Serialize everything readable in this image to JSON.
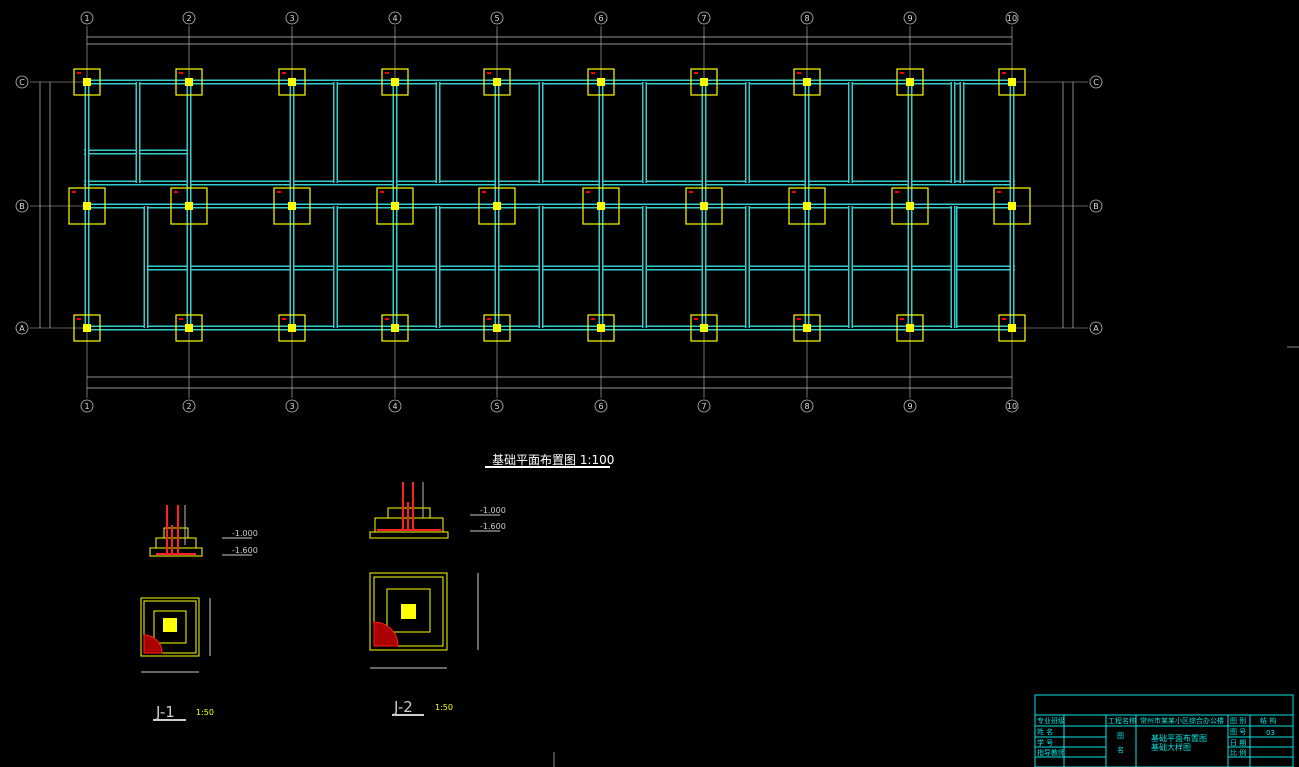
{
  "plan": {
    "title": "基础平面布置图 1:100",
    "axis_numbers": [
      "1",
      "2",
      "3",
      "4",
      "5",
      "6",
      "7",
      "8",
      "9",
      "10"
    ],
    "axis_letters": [
      "C",
      "B",
      "A"
    ]
  },
  "detail_j1": {
    "label": "J-1",
    "scale": "1:50",
    "elev_top": "-1.000",
    "elev_bottom": "-1.600"
  },
  "detail_j2": {
    "label": "J-2",
    "scale": "1:50",
    "elev_top": "-1.000",
    "elev_bottom": "-1.600"
  },
  "title_block": {
    "class_label": "专业班级",
    "name_label": "姓 名",
    "id_label": "学 号",
    "advisor_label": "指导教师",
    "project_label": "工程名称",
    "project_name": "常州市某某小区综合办公楼",
    "drawing_name_label_1": "图",
    "drawing_name_label_2": "名",
    "drawing_name_1": "基础平面布置图",
    "drawing_name_2": "基础大样图",
    "category_label": "图 别",
    "category_value": "结 构",
    "number_label": "图 号",
    "number_value": "03",
    "date_label": "日 期",
    "scale_label": "比 例"
  },
  "colors": {
    "background": "#000000",
    "beam": "#33cccc",
    "footing": "#ffff00",
    "rebar": "#ff0000",
    "dimension": "#c0c0c0",
    "title_block": "#00e5e5"
  }
}
